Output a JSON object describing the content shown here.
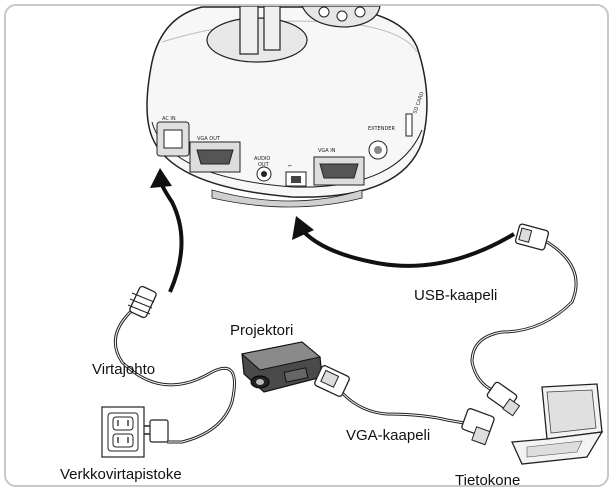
{
  "labels": {
    "power_cord": "Virtajohto",
    "wall_outlet": "Verkkovirtapistoke",
    "projector": "Projektori",
    "usb_cable": "USB-kaapeli",
    "vga_cable": "VGA-kaapeli",
    "computer": "Tietokone"
  },
  "ports": {
    "ac_in": "AC IN",
    "vga_out": "VGA OUT",
    "audio_out_1": "AUDIO",
    "audio_out_2": "OUT",
    "usb": "⭠",
    "vga_in": "VGA IN",
    "extender": "EXTENDER",
    "sd_card": "SD CARD"
  }
}
